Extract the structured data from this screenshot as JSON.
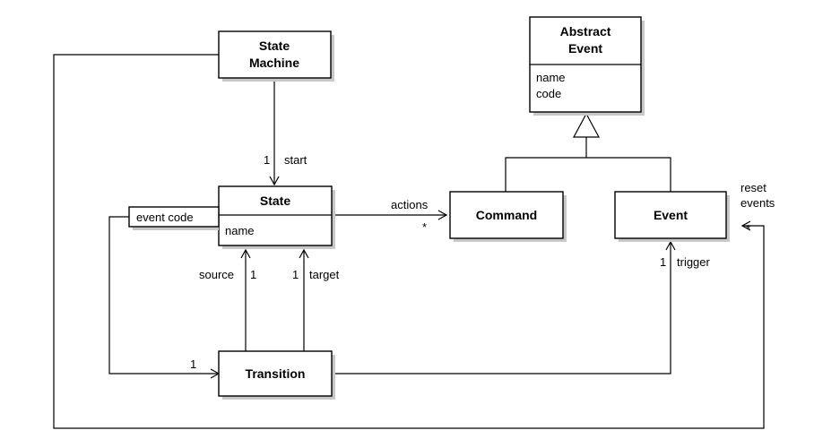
{
  "classes": {
    "state_machine": {
      "title_lines": [
        "State",
        "Machine"
      ]
    },
    "abstract_event": {
      "title_lines": [
        "Abstract",
        "Event"
      ],
      "attributes": [
        "name",
        "code"
      ]
    },
    "state": {
      "title": "State",
      "attributes": [
        "name"
      ]
    },
    "command": {
      "title": "Command"
    },
    "event": {
      "title": "Event"
    },
    "transition": {
      "title": "Transition"
    }
  },
  "qualifier": {
    "text": "event code"
  },
  "labels": {
    "start_mult": "1",
    "start_role": "start",
    "actions_role": "actions",
    "actions_mult": "*",
    "reset_role_line1": "reset",
    "reset_role_line2": "events",
    "reset_mult": "*",
    "trigger_mult": "1",
    "trigger_role": "trigger",
    "source_role": "source",
    "source_mult": "1",
    "target_mult": "1",
    "target_role": "target",
    "transition_mult": "1"
  }
}
